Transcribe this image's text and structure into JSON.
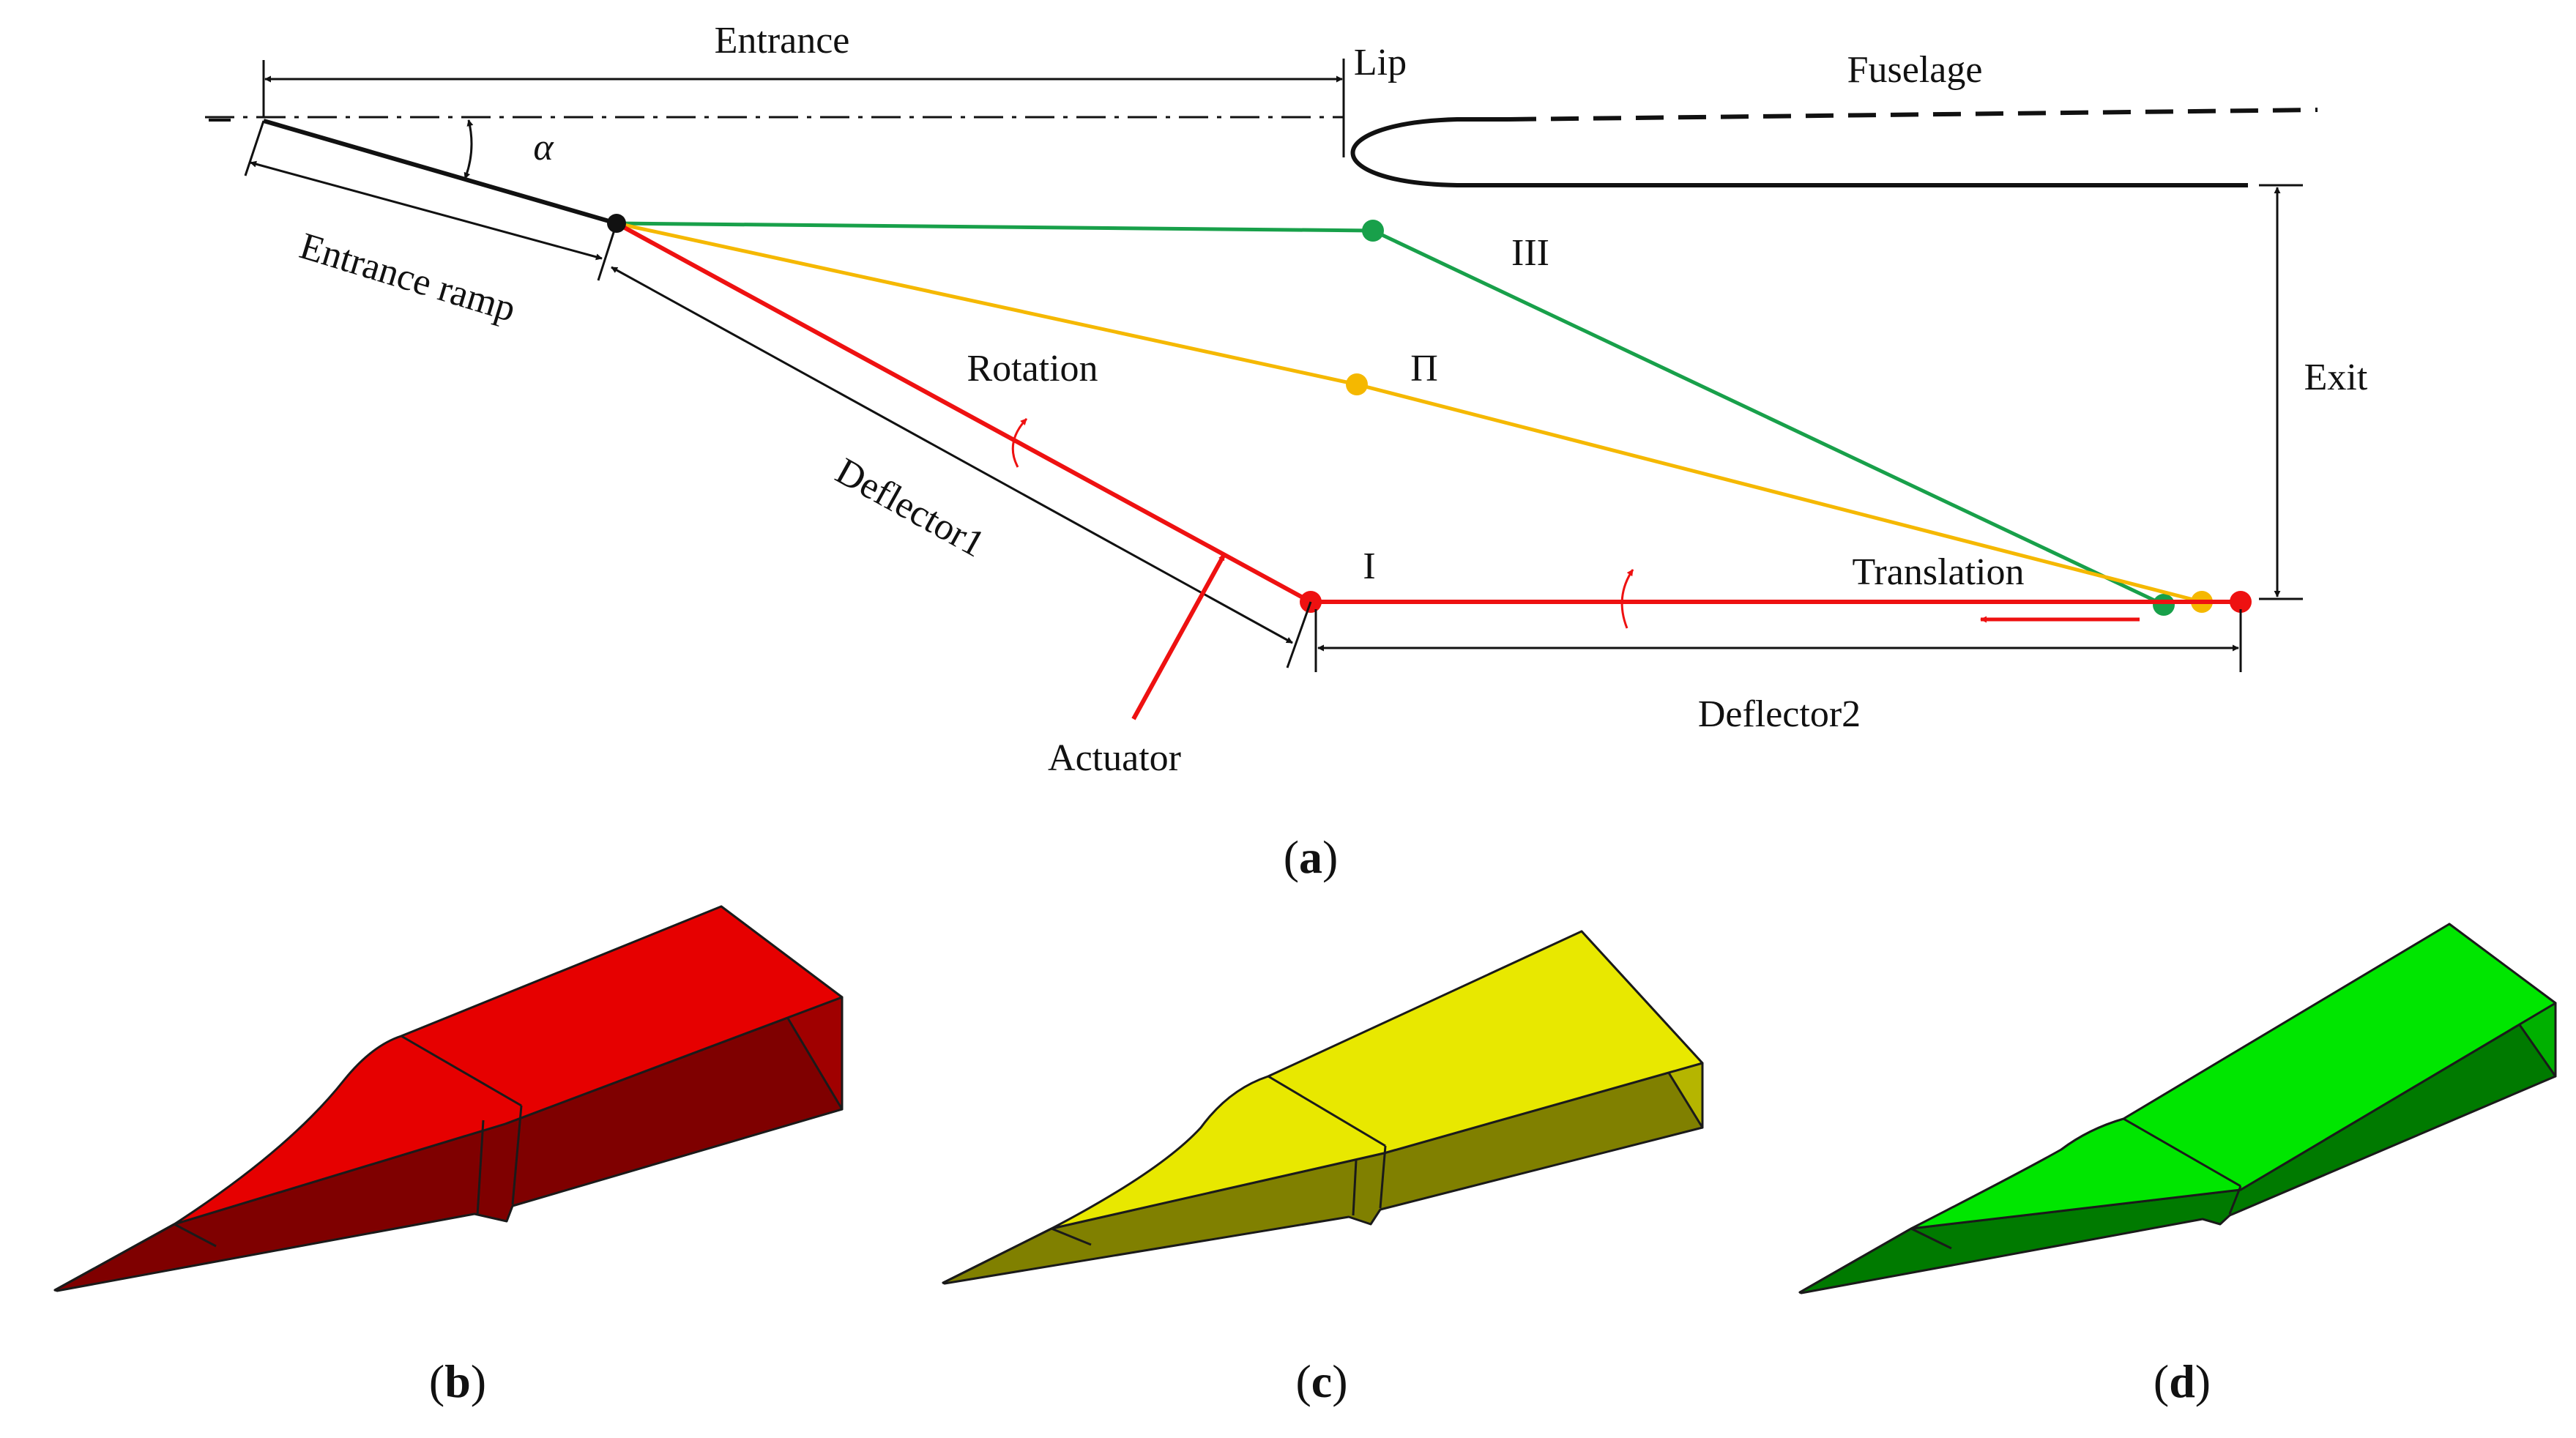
{
  "labels": {
    "entrance": "Entrance",
    "lip": "Lip",
    "fuselage": "Fuselage",
    "alpha": "α",
    "entrance_ramp": "Entrance ramp",
    "stage_three": "III",
    "rotation": "Rotation",
    "stage_two": "П",
    "exit": "Exit",
    "deflector1": "Deflector1",
    "stage_one": "I",
    "translation": "Translation",
    "deflector2": "Deflector2",
    "actuator": "Actuator"
  },
  "captions": {
    "a": "a",
    "b": "b",
    "c": "c",
    "d": "d"
  },
  "colors": {
    "config_one": "#ee1111",
    "config_two": "#f5b800",
    "config_three": "#18a04a",
    "ink": "#111111",
    "red_top": "#e60000",
    "red_side": "#7f0000",
    "red_mid": "#a00000",
    "yellow_top": "#e8e800",
    "yellow_side": "#808000",
    "yellow_mid": "#b5b500",
    "green_top": "#00e600",
    "green_side": "#007a00",
    "green_mid": "#00b000"
  }
}
